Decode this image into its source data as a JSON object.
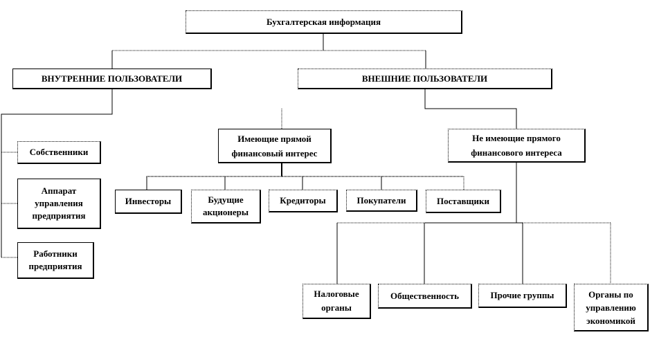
{
  "root": "Бухгалтерская информация",
  "internal": {
    "title": "ВНУТРЕННИЕ  ПОЛЬЗОВАТЕЛИ",
    "items": [
      "Собственники",
      "Аппарат управления предприятия",
      "Работники предприятия"
    ]
  },
  "external": {
    "title": "ВНЕШНИЕ ПОЛЬЗОВАТЕЛИ",
    "direct": {
      "title": "Имеющие прямой финансовый интерес",
      "items": [
        "Инвесторы",
        "Будущие акционеры",
        "Кредиторы",
        "Покупатели",
        "Поставщики"
      ]
    },
    "indirect": {
      "title": "Не имеющие прямого финансового интереса",
      "items": [
        "Налоговые органы",
        "Общественность",
        "Прочие группы",
        "Органы по управлению экономикой"
      ]
    }
  }
}
